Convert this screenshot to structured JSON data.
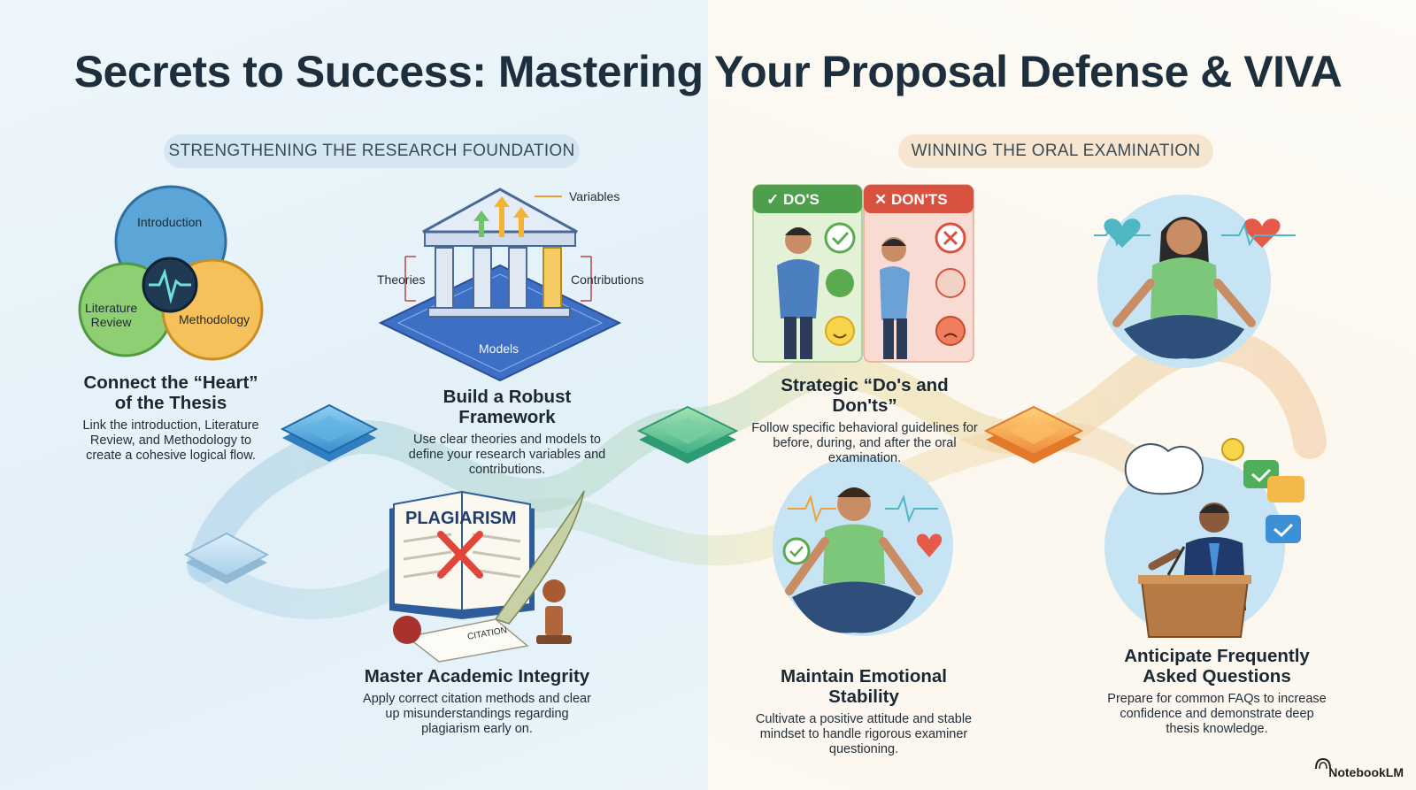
{
  "title": "Secrets to Success: Mastering Your Proposal Defense & VIVA",
  "sections": {
    "left": "STRENGTHENING THE RESEARCH FOUNDATION",
    "right": "WINNING THE ORAL EXAMINATION"
  },
  "venn": {
    "introduction": "Introduction",
    "literature_review_line1": "Literature",
    "literature_review_line2": "Review",
    "methodology": "Methodology"
  },
  "framework": {
    "variables": "Variables",
    "theories": "Theories",
    "contributions": "Contributions",
    "models": "Models"
  },
  "dos_donts": {
    "dos": "DO'S",
    "donts": "DON'TS"
  },
  "integrity": {
    "book_title": "PLAGIARISM",
    "paper": "CITATION"
  },
  "cards": [
    {
      "title": "Connect the “Heart” of the Thesis",
      "text": "Link the introduction, Literature Review, and Methodology to create a cohesive logical flow."
    },
    {
      "title": "Build a Robust Framework",
      "text": "Use clear theories and models to define your research variables and contributions."
    },
    {
      "title": "Master Academic Integrity",
      "text": "Apply correct citation methods and clear up misunderstandings regarding plagiarism early on."
    },
    {
      "title": "Strategic “Do's and Don'ts”",
      "text": "Follow specific behavioral guidelines for before, during, and after the oral examination."
    },
    {
      "title": "Maintain Emotional Stability",
      "text": "Cultivate a positive attitude and stable mindset to handle rigorous examiner questioning."
    },
    {
      "title": "Anticipate Frequently Asked Questions",
      "text": "Prepare for common FAQs to increase confidence and demonstrate deep thesis knowledge."
    }
  ],
  "credit": "NotebookLM"
}
